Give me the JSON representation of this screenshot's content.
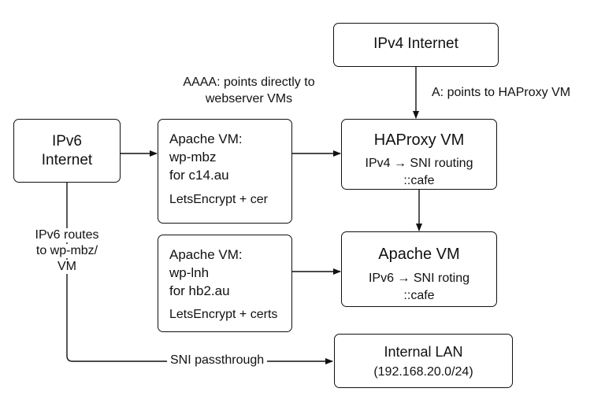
{
  "nodes": {
    "ipv4_internet": {
      "label": "IPv4 Internet"
    },
    "ipv6_internet": {
      "line1": "IPv6",
      "line2": "Internet"
    },
    "apache_vm_mbz": {
      "line1": "Apache VM:",
      "line2": "wp-mbz",
      "line3": "for c14.au",
      "line4": "LetsEncrypt + cer"
    },
    "haproxy_vm": {
      "title": "HAProxy VM",
      "line1": "IPv4 → SNI routing",
      "line2": "::cafe"
    },
    "apache_vm_lnh": {
      "line1": "Apache VM:",
      "line2": "wp-lnh",
      "line3": "for hb2.au",
      "line4": "LetsEncrypt + certs"
    },
    "apache_vm_sni": {
      "title": "Apache VM",
      "line1": "IPv6 → SNI roting",
      "line2": "::cafe"
    },
    "internal_lan": {
      "line1": "Internal LAN",
      "line2": "(192.168.20.0/24)"
    }
  },
  "annotations": {
    "aaaa_note_line1": "AAAA: points directly to",
    "aaaa_note_line2": "webserver VMs",
    "a_record_note": "A: points to HAProxy VM",
    "ipv6_routes_line1": "IPv6 routes",
    "ipv6_routes_line2": "to wp-mbz/",
    "ipv6_routes_line3": "VM",
    "sni_passthrough": "SNI passthrough"
  }
}
